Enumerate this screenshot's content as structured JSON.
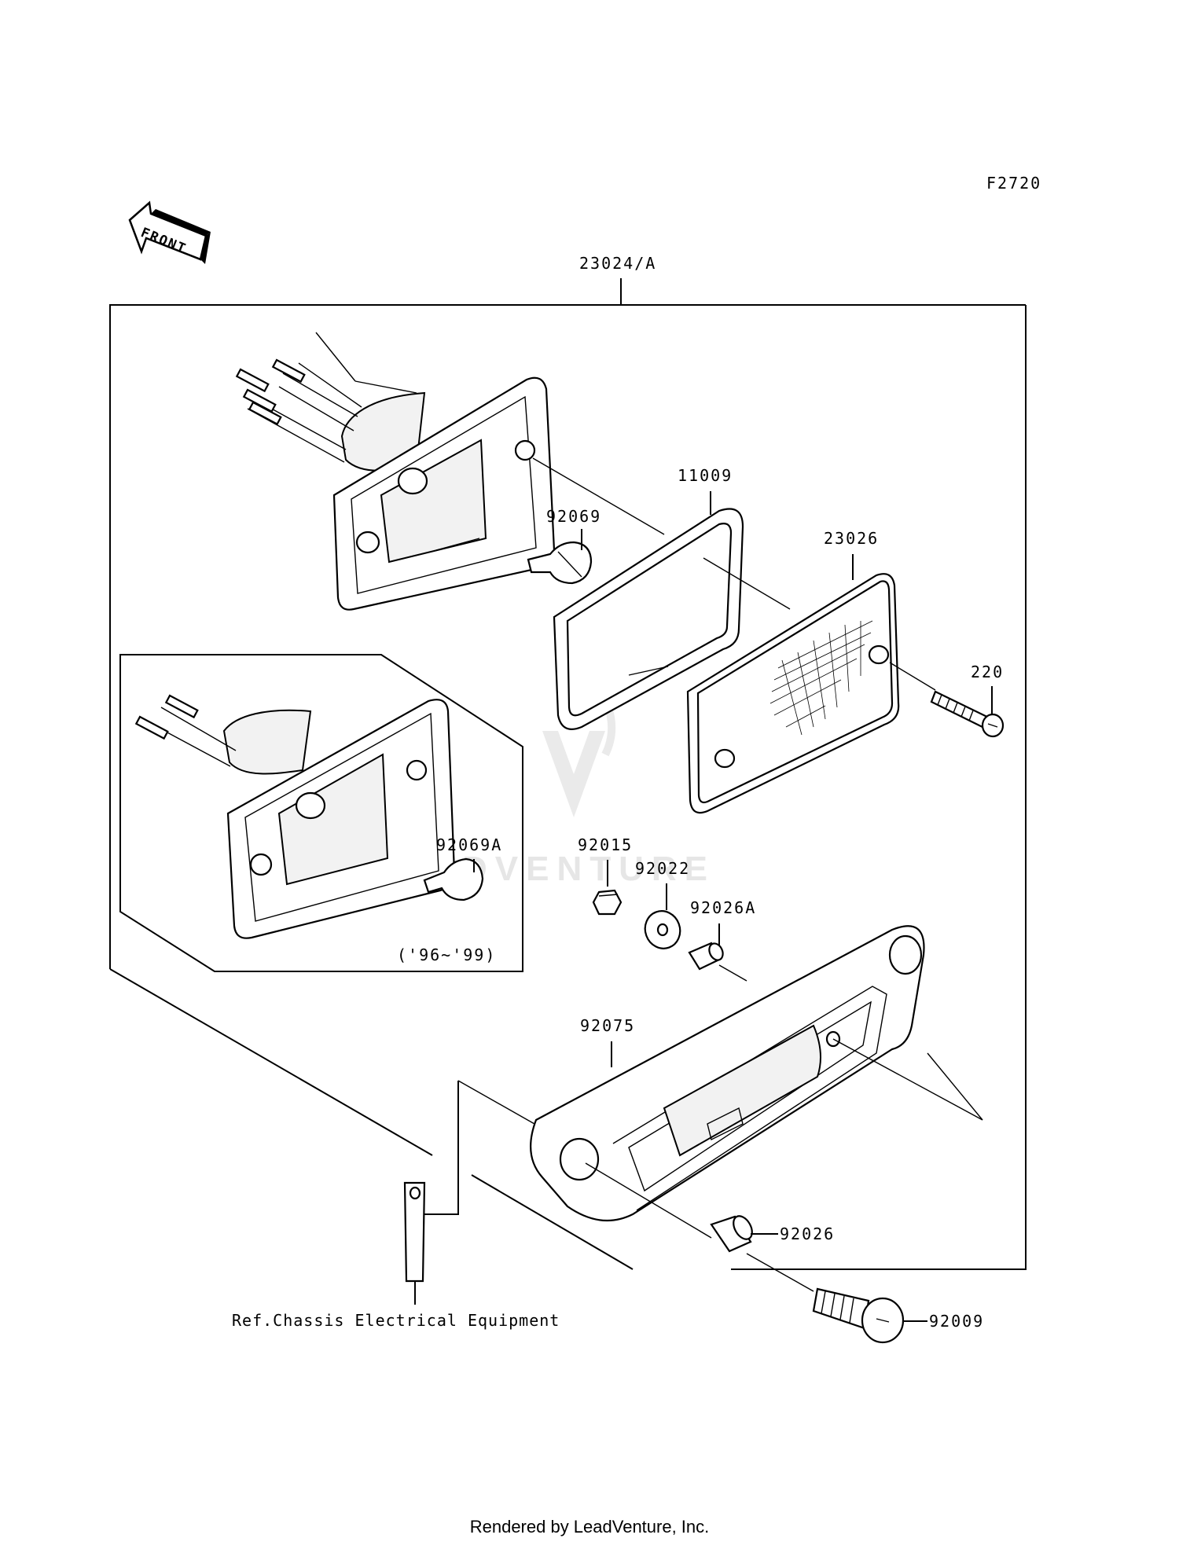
{
  "diagram_code": "F2720",
  "front_label": "FRONT",
  "assembly": {
    "part_number": "23024/A"
  },
  "parts": {
    "gasket": "11009",
    "bulb": "92069",
    "lens": "23026",
    "screw": "220",
    "nut": "92015",
    "washer": "92022",
    "collar_a": "92026A",
    "bulb_alt": "92069A",
    "bracket": "92075",
    "collar": "92026",
    "bolt": "92009"
  },
  "inset": {
    "years": "('96~'99)"
  },
  "reference_note": "Ref.Chassis Electrical Equipment",
  "watermark": "LEADVENTURE",
  "footer": "Rendered by LeadVenture, Inc."
}
